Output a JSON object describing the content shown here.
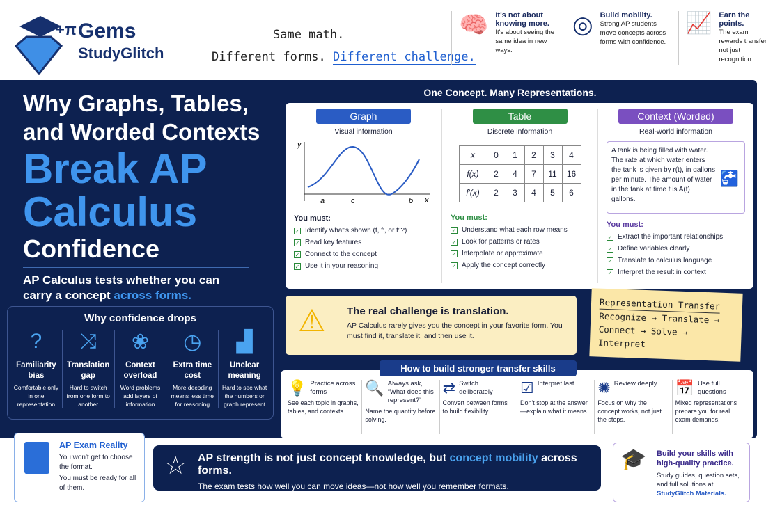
{
  "logo": {
    "name1": "Gems",
    "name2": "StudyGlitch",
    "symbol": "+π"
  },
  "tagline": {
    "line1": "Same math.",
    "line2a": "Different forms.",
    "line2b": "Different challenge."
  },
  "top_points": [
    {
      "icon": "brain-icon",
      "title_a": "It's not about",
      "title_b": "knowing more.",
      "text": "It's about seeing the same idea in new ways."
    },
    {
      "icon": "target-icon",
      "title_b": "Build mobility.",
      "text": "Strong AP students move concepts across forms with confidence."
    },
    {
      "icon": "chart-up-icon",
      "title_b": "Earn the points.",
      "text": "The exam rewards transfer, not just recognition."
    }
  ],
  "hero": {
    "line1": "Why Graphs, Tables,",
    "line2": "and Worded Contexts",
    "big1": "Break AP",
    "big2": "Calculus",
    "line3": "Confidence",
    "sub_a": "AP Calculus tests whether you can carry a concept ",
    "sub_b": "across forms."
  },
  "drops": {
    "title": "Why confidence drops",
    "items": [
      {
        "icon": "head-question-icon",
        "glyph": "?",
        "title": "Familiarity bias",
        "text": "Comfortable only in one representation"
      },
      {
        "icon": "shuffle-icon",
        "glyph": "⤨",
        "title": "Translation gap",
        "text": "Hard to switch from one form to another"
      },
      {
        "icon": "tangle-icon",
        "glyph": "❀",
        "title": "Context overload",
        "text": "Word problems add layers of information"
      },
      {
        "icon": "clock-icon",
        "glyph": "◷",
        "title": "Extra time cost",
        "text": "More decoding means less time for reasoning"
      },
      {
        "icon": "bar-chart-icon",
        "glyph": "▟",
        "title": "Unclear meaning",
        "text": "Hard to see what the numbers or graph represent"
      }
    ]
  },
  "reps": {
    "title": "One Concept. Many Representations.",
    "must": "You must:",
    "graph": {
      "label": "Graph",
      "sub": "Visual information",
      "axis_y": "y",
      "axis_x": "x",
      "ticks": [
        "a",
        "c",
        "b"
      ],
      "color": "#2a5cc4",
      "items": [
        "Identify what's shown (f, f′, or f″?)",
        "Read key features",
        "Connect to the concept",
        "Use it in your reasoning"
      ]
    },
    "table": {
      "label": "Table",
      "sub": "Discrete information",
      "color": "#2f8f45",
      "rows": [
        [
          "x",
          "0",
          "1",
          "2",
          "3",
          "4"
        ],
        [
          "f(x)",
          "2",
          "4",
          "7",
          "11",
          "16"
        ],
        [
          "f′(x)",
          "2",
          "3",
          "4",
          "5",
          "6"
        ]
      ],
      "items": [
        "Understand what each row means",
        "Look for patterns or rates",
        "Interpolate or approximate",
        "Apply the concept correctly"
      ]
    },
    "context": {
      "label": "Context (Worded)",
      "sub": "Real-world information",
      "color": "#7a4fc0",
      "text": "A tank is being filled with water. The rate at which water enters the tank is given by r(t), in gallons per minute. The amount of water in the tank at time t is A(t) gallons.",
      "items": [
        "Extract the important relationships",
        "Define variables clearly",
        "Translate to calculus language",
        "Interpret the result in context"
      ]
    }
  },
  "challenge": {
    "title": "The real challenge is translation.",
    "text": "AP Calculus rarely gives you the concept in your favorite form. You must find it, translate it, and then use it."
  },
  "note": {
    "title": "Representation Transfer",
    "line1": "Recognize → Translate →",
    "line2": "Connect → Solve →",
    "line3": "Interpret"
  },
  "skills": {
    "title": "How to build stronger transfer skills",
    "items": [
      {
        "icon": "lightbulb-icon",
        "glyph": "💡",
        "title": "Practice across forms",
        "text": "See each topic in graphs, tables, and contexts."
      },
      {
        "icon": "magnifier-icon",
        "glyph": "🔍",
        "title": "Always ask, “What does this represent?”",
        "text": "Name the quantity before solving."
      },
      {
        "icon": "switch-arrows-icon",
        "glyph": "⇄",
        "title": "Switch deliberately",
        "text": "Convert between forms to build flexibility."
      },
      {
        "icon": "checklist-icon",
        "glyph": "☑",
        "title": "Interpret last",
        "text": "Don't stop at the answer—explain what it means."
      },
      {
        "icon": "brain-icon",
        "glyph": "✺",
        "title": "Review deeply",
        "text": "Focus on why the concept works, not just the steps."
      },
      {
        "icon": "calendar-clock-icon",
        "glyph": "📅",
        "title": "Use full questions",
        "text": "Mixed representations prepare you for real exam demands."
      }
    ]
  },
  "reality": {
    "title": "AP Exam Reality",
    "text1": "You won't get to choose the format.",
    "text2": "You must be ready for all of them."
  },
  "banner": {
    "a": "AP strength is not just concept knowledge, but ",
    "b": "concept mobility",
    "c": " across forms.",
    "sub": "The exam tests how well you can move ideas—not how well you remember formats."
  },
  "promo": {
    "title": "Build your skills with high-quality practice.",
    "text": "Study guides, question sets, and full solutions at ",
    "link": "StudyGlitch Materials."
  }
}
